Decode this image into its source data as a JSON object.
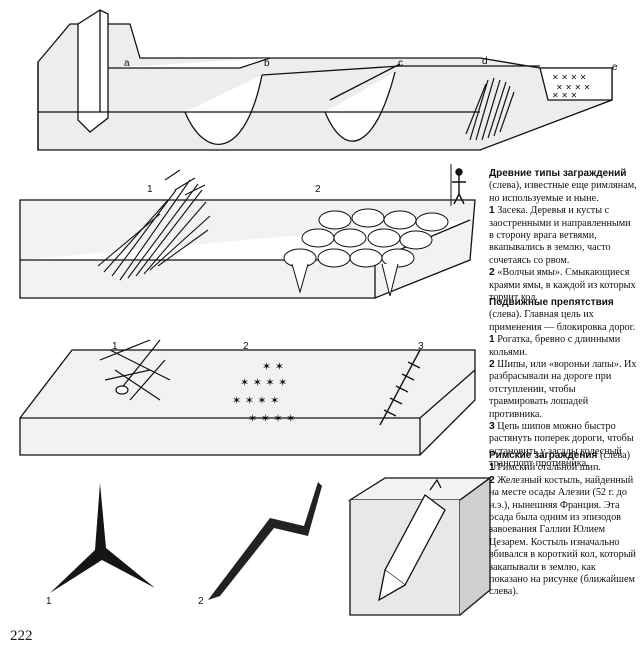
{
  "figures": {
    "top": {
      "labels": [
        "a",
        "b",
        "c",
        "d",
        "e"
      ]
    },
    "ancient": {
      "labels": [
        "1",
        "2"
      ]
    },
    "mobile": {
      "labels": [
        "1",
        "2",
        "3"
      ]
    },
    "roman": {
      "labels": [
        "1",
        "2"
      ]
    }
  },
  "captions": {
    "ancient": {
      "title": "Древние типы заграждений",
      "intro": "(слева), известные еще римлянам, но используемые и ныне.",
      "items": [
        {
          "num": "1",
          "text": "Засека. Деревья и кусты с заостренными и направленными в сторону врага ветвями, вкапывались в землю, часто сочетаясь со рвом."
        },
        {
          "num": "2",
          "text": "«Волчьи ямы». Смыкающиеся краями ямы, в каждой из которых торчит кол."
        }
      ]
    },
    "mobile": {
      "title": "Подвижные препятствия",
      "intro": "(слева). Главная цель их применения — блокировка дорог.",
      "items": [
        {
          "num": "1",
          "text": "Рогатка, бревно с длинными кольями."
        },
        {
          "num": "2",
          "text": "Шипы, или «вороньи лапы». Их разбрасывали на дороге при отступлении, чтобы травмировать лошадей противника."
        },
        {
          "num": "3",
          "text": "Цепь шипов можно быстро растянуть поперек дороги, чтобы остановить у засады колесный транспорт противника."
        }
      ]
    },
    "roman": {
      "title": "Римские заграждения",
      "intro": "(слева)",
      "items": [
        {
          "num": "1",
          "text": "Римский стальной шип."
        },
        {
          "num": "2",
          "text": "Железный костыль, найденный на месте осады Алезии (52 г. до н.э.), нынешняя Франция. Эта осада была одним из эпизодов завоевания Галлии Юлием Цезарем. Костыль изначально вбивался в короткий кол, который закапывали в землю, как показано на рисунке (ближайшем слева)."
        }
      ]
    }
  },
  "page_number": "222"
}
